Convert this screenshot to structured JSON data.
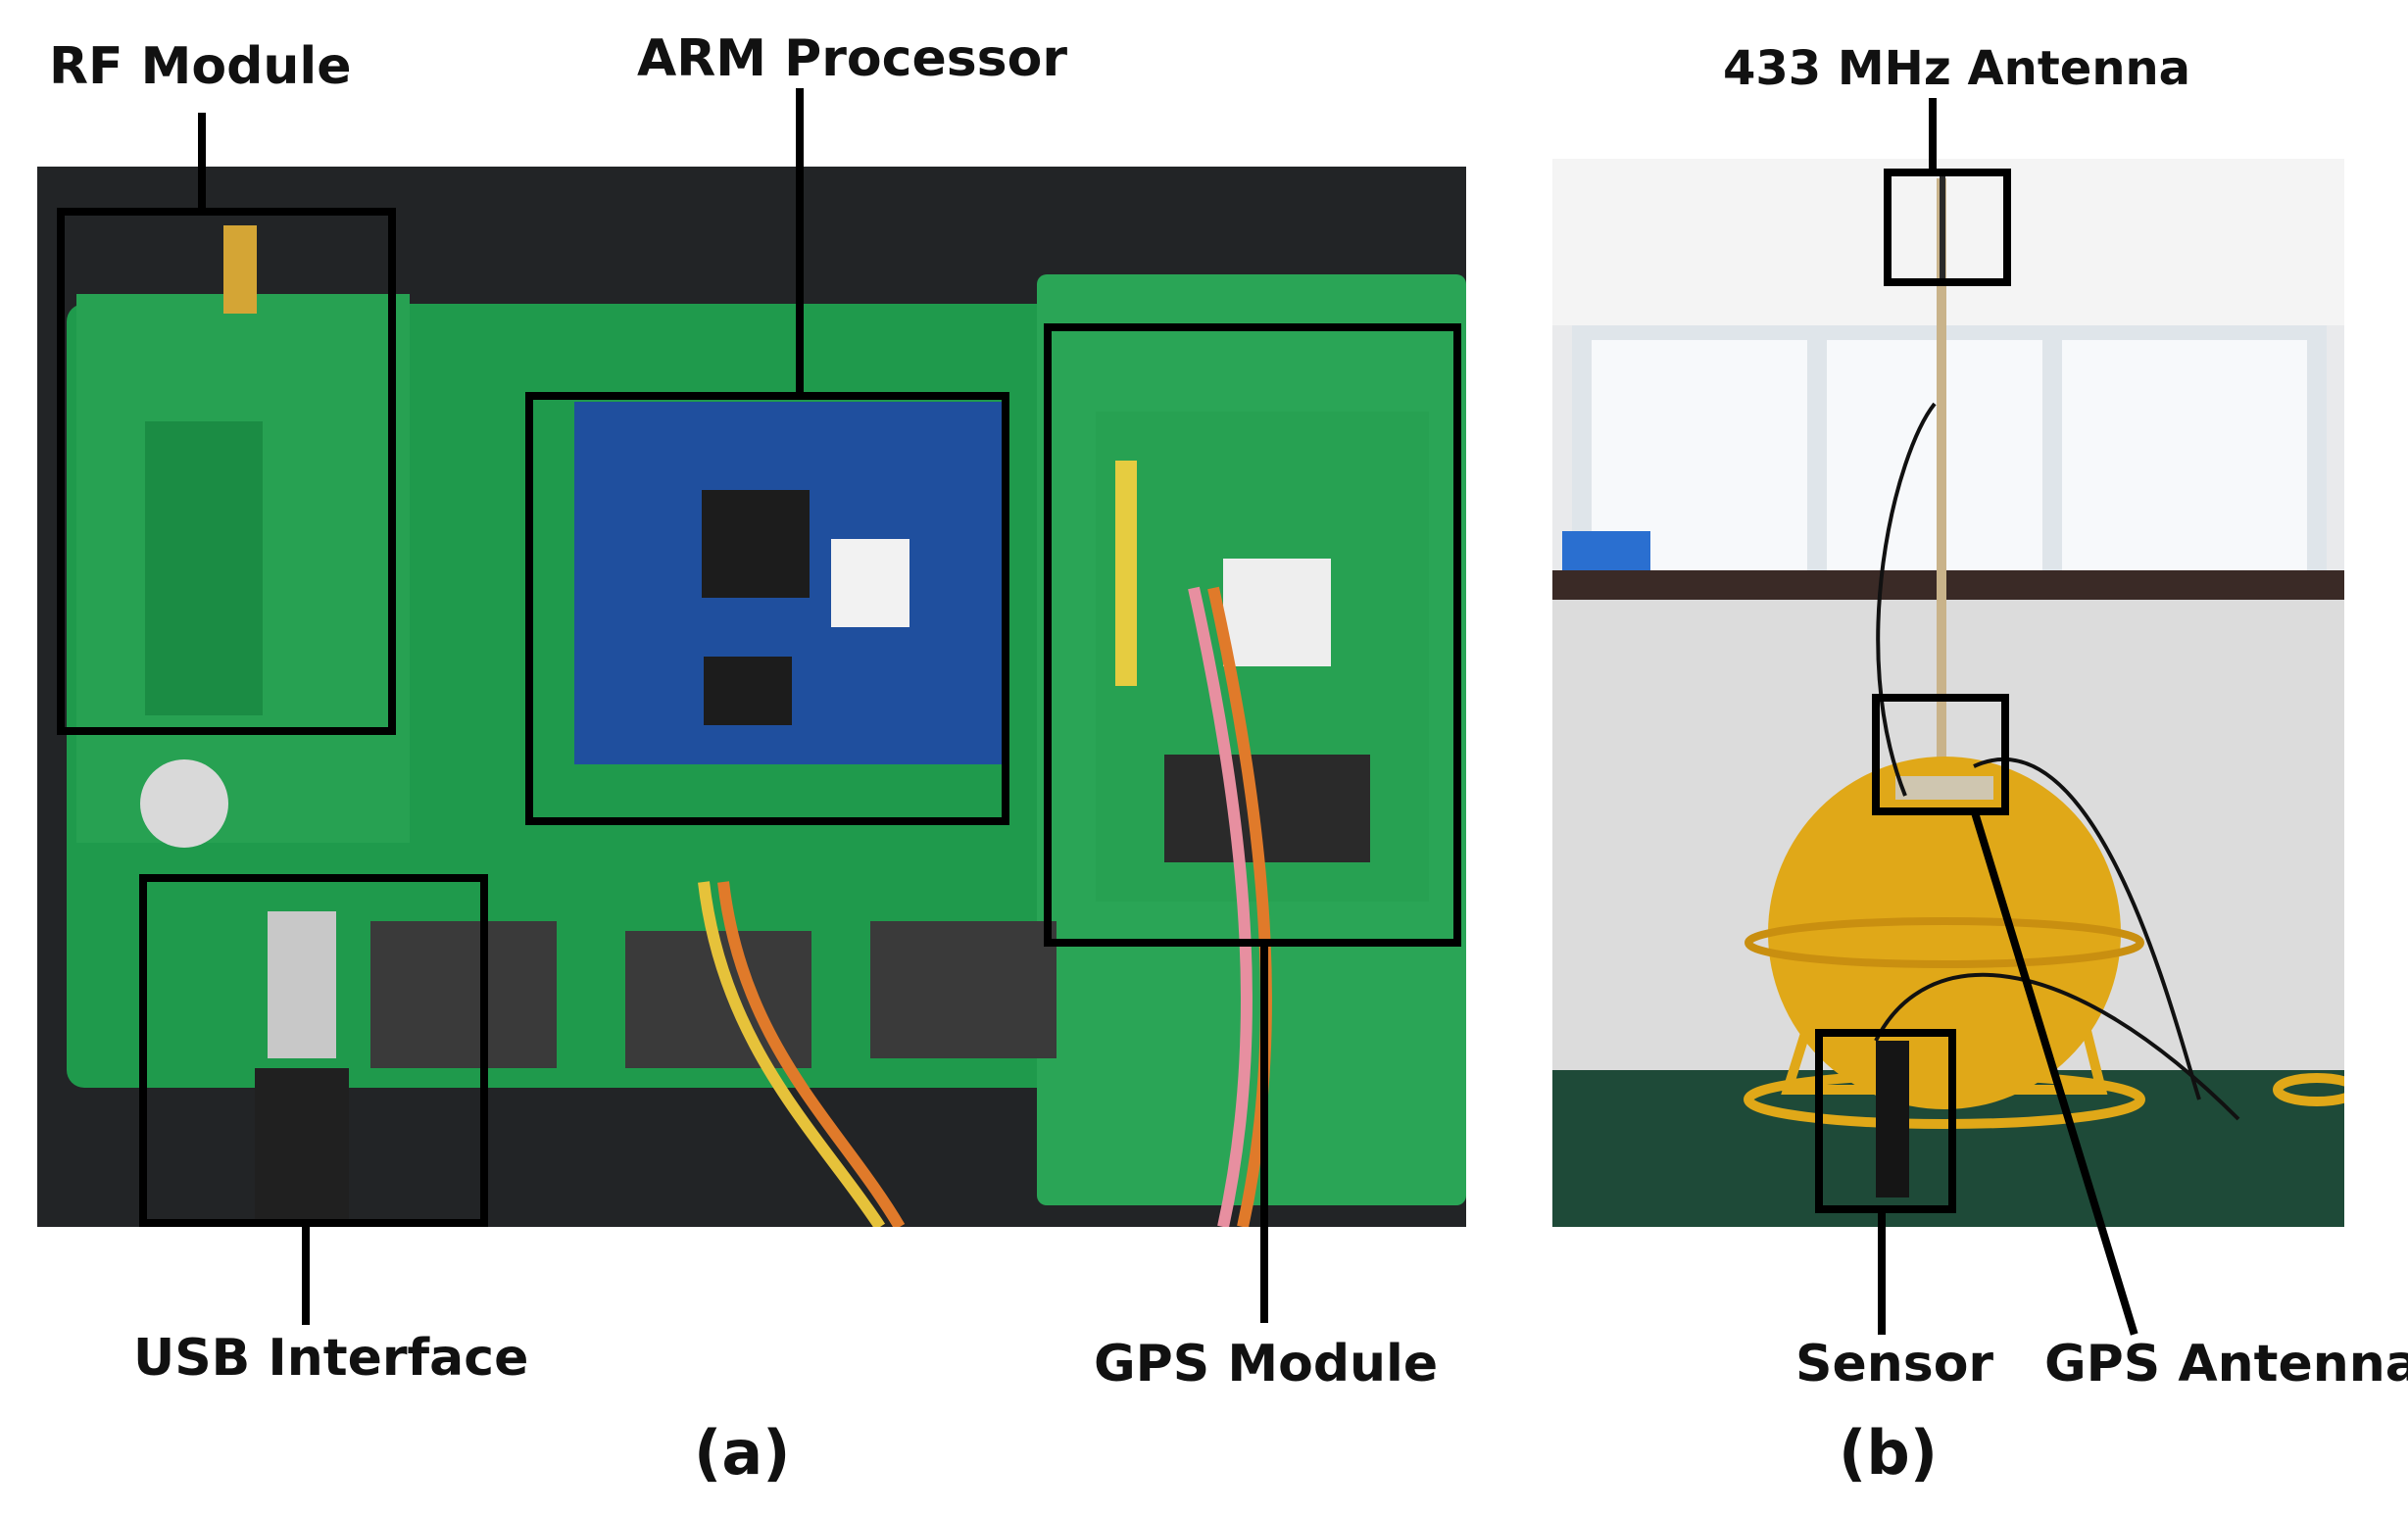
{
  "panel_a": {
    "caption": "(a)",
    "labels": {
      "rf_module": "RF Module",
      "arm_processor": "ARM Processor",
      "usb_interface": "USB Interface",
      "gps_module": "GPS Module"
    }
  },
  "panel_b": {
    "caption": "(b)",
    "labels": {
      "antenna_433": "433 MHz Antenna",
      "sensor": "Sensor",
      "gps_antenna": "GPS Antenna"
    }
  },
  "colors": {
    "pcb_green": "#1f9a4c",
    "arm_board_blue": "#1f4f9e",
    "buoy_yellow": "#e0a818",
    "box_stroke": "#000000"
  }
}
